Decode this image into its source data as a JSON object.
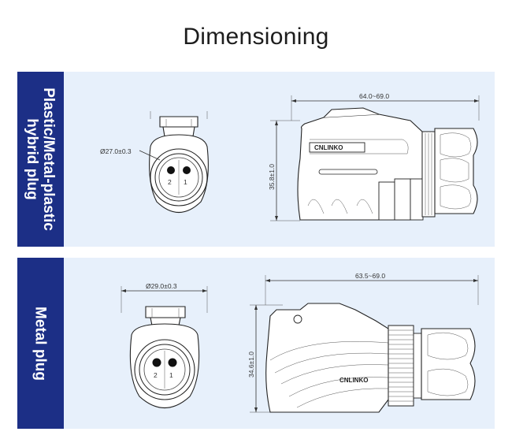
{
  "page": {
    "title": "Dimensioning"
  },
  "panels": [
    {
      "label_line1": "Plastic/Metal-plastic",
      "label_line2": "hybrid plug",
      "front_diameter": "Ø27.0±0.3",
      "length_range": "64.0~69.0",
      "height": "35.8±1.0",
      "pin_left": "2",
      "pin_right": "1",
      "brand_mark": "CNLINKO"
    },
    {
      "label_line1": "Metal plug",
      "front_diameter": "Ø29.0±0.3",
      "length_range": "63.5~69.0",
      "height": "34.6±1.0",
      "pin_left": "2",
      "pin_right": "1",
      "brand_mark": "CNLINKO"
    }
  ]
}
